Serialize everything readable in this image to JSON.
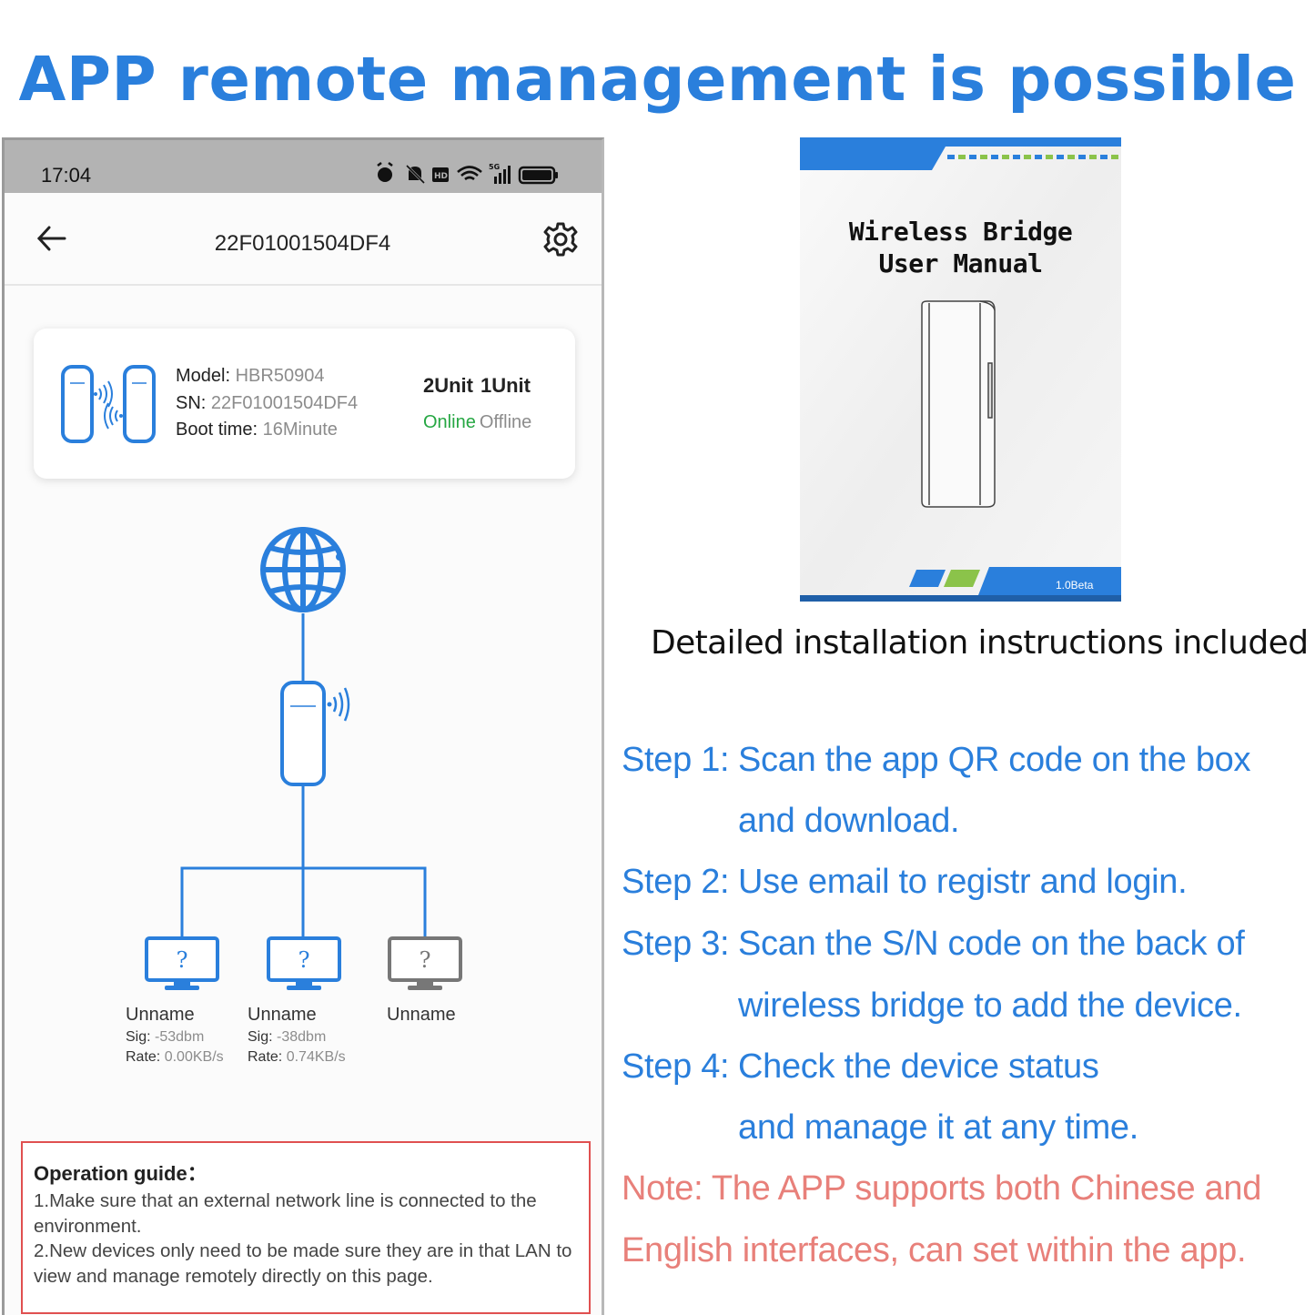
{
  "headline": "APP remote management is possible",
  "phone": {
    "status_time": "17:04",
    "device_id": "22F01001504DF4",
    "card": {
      "model_label": "Model:",
      "model_value": "HBR50904",
      "sn_label": "SN:",
      "sn_value": "22F01001504DF4",
      "boot_label": "Boot time:",
      "boot_value": "16Minute",
      "online_units": "2Unit",
      "offline_units": "1Unit",
      "online_label": "Online",
      "offline_label": "Offline"
    },
    "clients": [
      {
        "name": "Unname",
        "sig_label": "Sig:",
        "sig_value": "-53dbm",
        "rate_label": "Rate:",
        "rate_value": "0.00KB/s",
        "status": "online",
        "mark": "?"
      },
      {
        "name": "Unname",
        "sig_label": "Sig:",
        "sig_value": "-38dbm",
        "rate_label": "Rate:",
        "rate_value": "0.74KB/s",
        "status": "online",
        "mark": "?"
      },
      {
        "name": "Unname",
        "status": "offline",
        "mark": "?"
      }
    ],
    "guide": {
      "title": "Operation guide：",
      "line1": "1.Make sure that an external network line is connected to the environment.",
      "line2": "2.New devices only need to be made sure they are in that LAN to view and manage remotely directly on this page."
    },
    "colors": {
      "accent": "#2a7fdc",
      "online": "#26a743",
      "guide_border": "#e05050"
    }
  },
  "manual": {
    "title_line1": "Wireless Bridge",
    "title_line2": "User Manual",
    "version": "1.0Beta"
  },
  "caption": "Detailed installation instructions included",
  "steps": [
    {
      "label": "Step 1:",
      "text": "Scan the app QR code on the box",
      "cont": "and download."
    },
    {
      "label": "Step 2:",
      "text": "Use email to registr and login."
    },
    {
      "label": "Step 3:",
      "text": "Scan the S/N code on the back of",
      "cont": "wireless bridge to add the device."
    },
    {
      "label": "Step 4:",
      "text": "Check the device status",
      "cont": "and manage it at any time."
    }
  ],
  "note": {
    "line1": "Note: The APP supports both Chinese and",
    "line2": "English interfaces, can set within the app."
  }
}
